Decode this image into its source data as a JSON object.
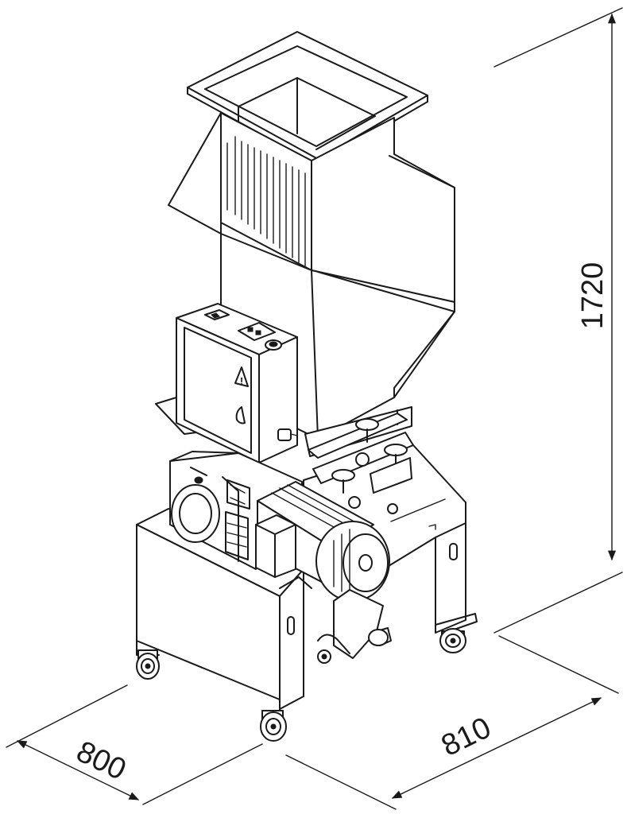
{
  "dimensions": {
    "height": "1720",
    "width": "800",
    "depth": "810"
  },
  "colors": {
    "line": "#1a1a1a",
    "background": "#ffffff"
  },
  "icons": {
    "warning_sign": "warning-triangle-icon"
  },
  "warning_symbol": "!"
}
